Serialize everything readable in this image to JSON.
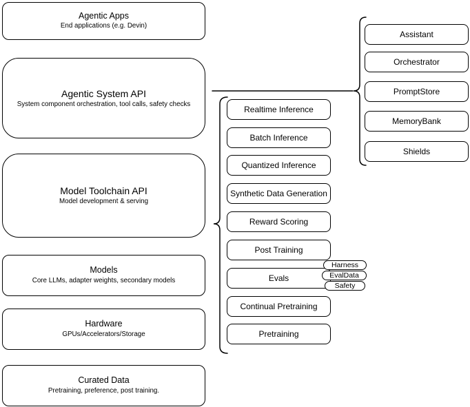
{
  "canvas": {
    "background": "#ffffff",
    "stroke_color": "#000000"
  },
  "left_stack": {
    "boxes": [
      {
        "title": "Agentic Apps",
        "subtitle": "End applications (e.g. Devin)"
      },
      {
        "title": "Agentic System API",
        "subtitle": "System component orchestration, tool calls, safety checks"
      },
      {
        "title": "Model Toolchain API",
        "subtitle": "Model development & serving"
      },
      {
        "title": "Models",
        "subtitle": "Core LLMs, adapter weights, secondary models"
      },
      {
        "title": "Hardware",
        "subtitle": "GPUs/Accelerators/Storage"
      },
      {
        "title": "Curated Data",
        "subtitle": "Pretraining, preference, post training."
      }
    ]
  },
  "toolchain_group": {
    "boxes": [
      "Realtime Inference",
      "Batch Inference",
      "Quantized Inference",
      "Synthetic Data Generation",
      "Reward Scoring",
      "Post Training",
      "Evals",
      "Continual Pretraining",
      "Pretraining"
    ],
    "evals_tags": [
      "Harness",
      "EvalData",
      "Safety"
    ]
  },
  "system_group": {
    "boxes": [
      "Assistant",
      "Orchestrator",
      "PromptStore",
      "MemoryBank",
      "Shields"
    ]
  }
}
